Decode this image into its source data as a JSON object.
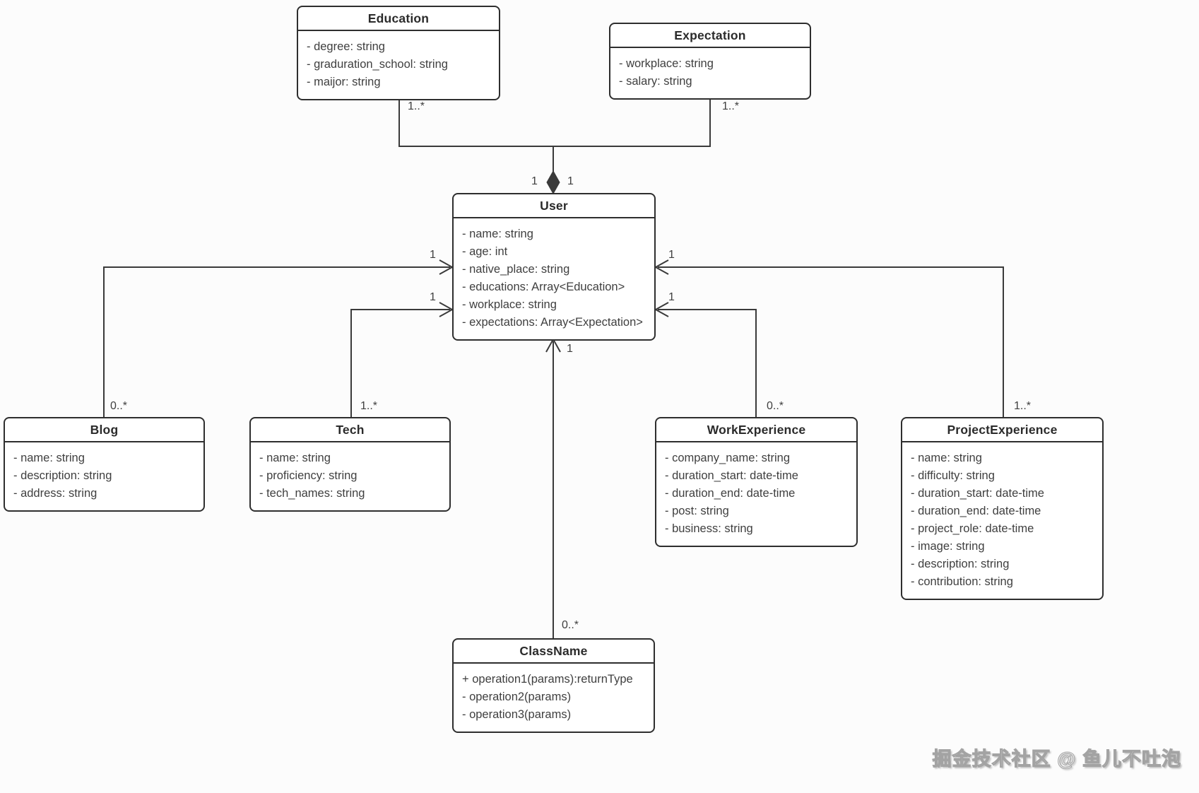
{
  "colors": {
    "background": "#fcfcfc",
    "border": "#2e2e2e",
    "line": "#3a3a3a",
    "text": "#3f3f3f",
    "title": "#2b2b2b",
    "watermark_fill": "#ffffff",
    "watermark_outline": "#a3a3a3"
  },
  "classes": {
    "education": {
      "name": "Education",
      "attributes": [
        "- degree: string",
        "- graduration_school: string",
        "- maijor: string"
      ]
    },
    "expectation": {
      "name": "Expectation",
      "attributes": [
        "- workplace: string",
        "- salary: string"
      ]
    },
    "user": {
      "name": "User",
      "attributes": [
        "- name: string",
        "- age: int",
        "- native_place: string",
        "- educations: Array<Education>",
        "- workplace: string",
        "- expectations: Array<Expectation>"
      ]
    },
    "blog": {
      "name": "Blog",
      "attributes": [
        "- name: string",
        "- description: string",
        "- address: string"
      ]
    },
    "tech": {
      "name": "Tech",
      "attributes": [
        "- name: string",
        "- proficiency: string",
        "- tech_names: string"
      ]
    },
    "work_experience": {
      "name": "WorkExperience",
      "attributes": [
        "- company_name: string",
        "- duration_start: date-time",
        "- duration_end: date-time",
        "- post: string",
        "- business: string"
      ]
    },
    "project_experience": {
      "name": "ProjectExperience",
      "attributes": [
        "- name: string",
        "- difficulty: string",
        "- duration_start: date-time",
        "- duration_end: date-time",
        "- project_role: date-time",
        "- image: string",
        "- description: string",
        "- contribution: string"
      ]
    },
    "class_name": {
      "name": "ClassName",
      "attributes": [
        "+ operation1(params):returnType",
        "- operation2(params)",
        "- operation3(params)"
      ]
    }
  },
  "labels": {
    "education_mult": "1..*",
    "expectation_mult": "1..*",
    "diamond_left": "1",
    "diamond_right": "1",
    "user_left_top": "1",
    "user_left_bottom": "1",
    "user_right_top": "1",
    "user_right_bottom": "1",
    "user_bottom": "1",
    "blog_mult": "0..*",
    "tech_mult": "1..*",
    "work_mult": "0..*",
    "project_mult": "1..*",
    "classname_mult": "0..*"
  },
  "watermark": "掘金技术社区 @ 鱼儿不吐泡"
}
